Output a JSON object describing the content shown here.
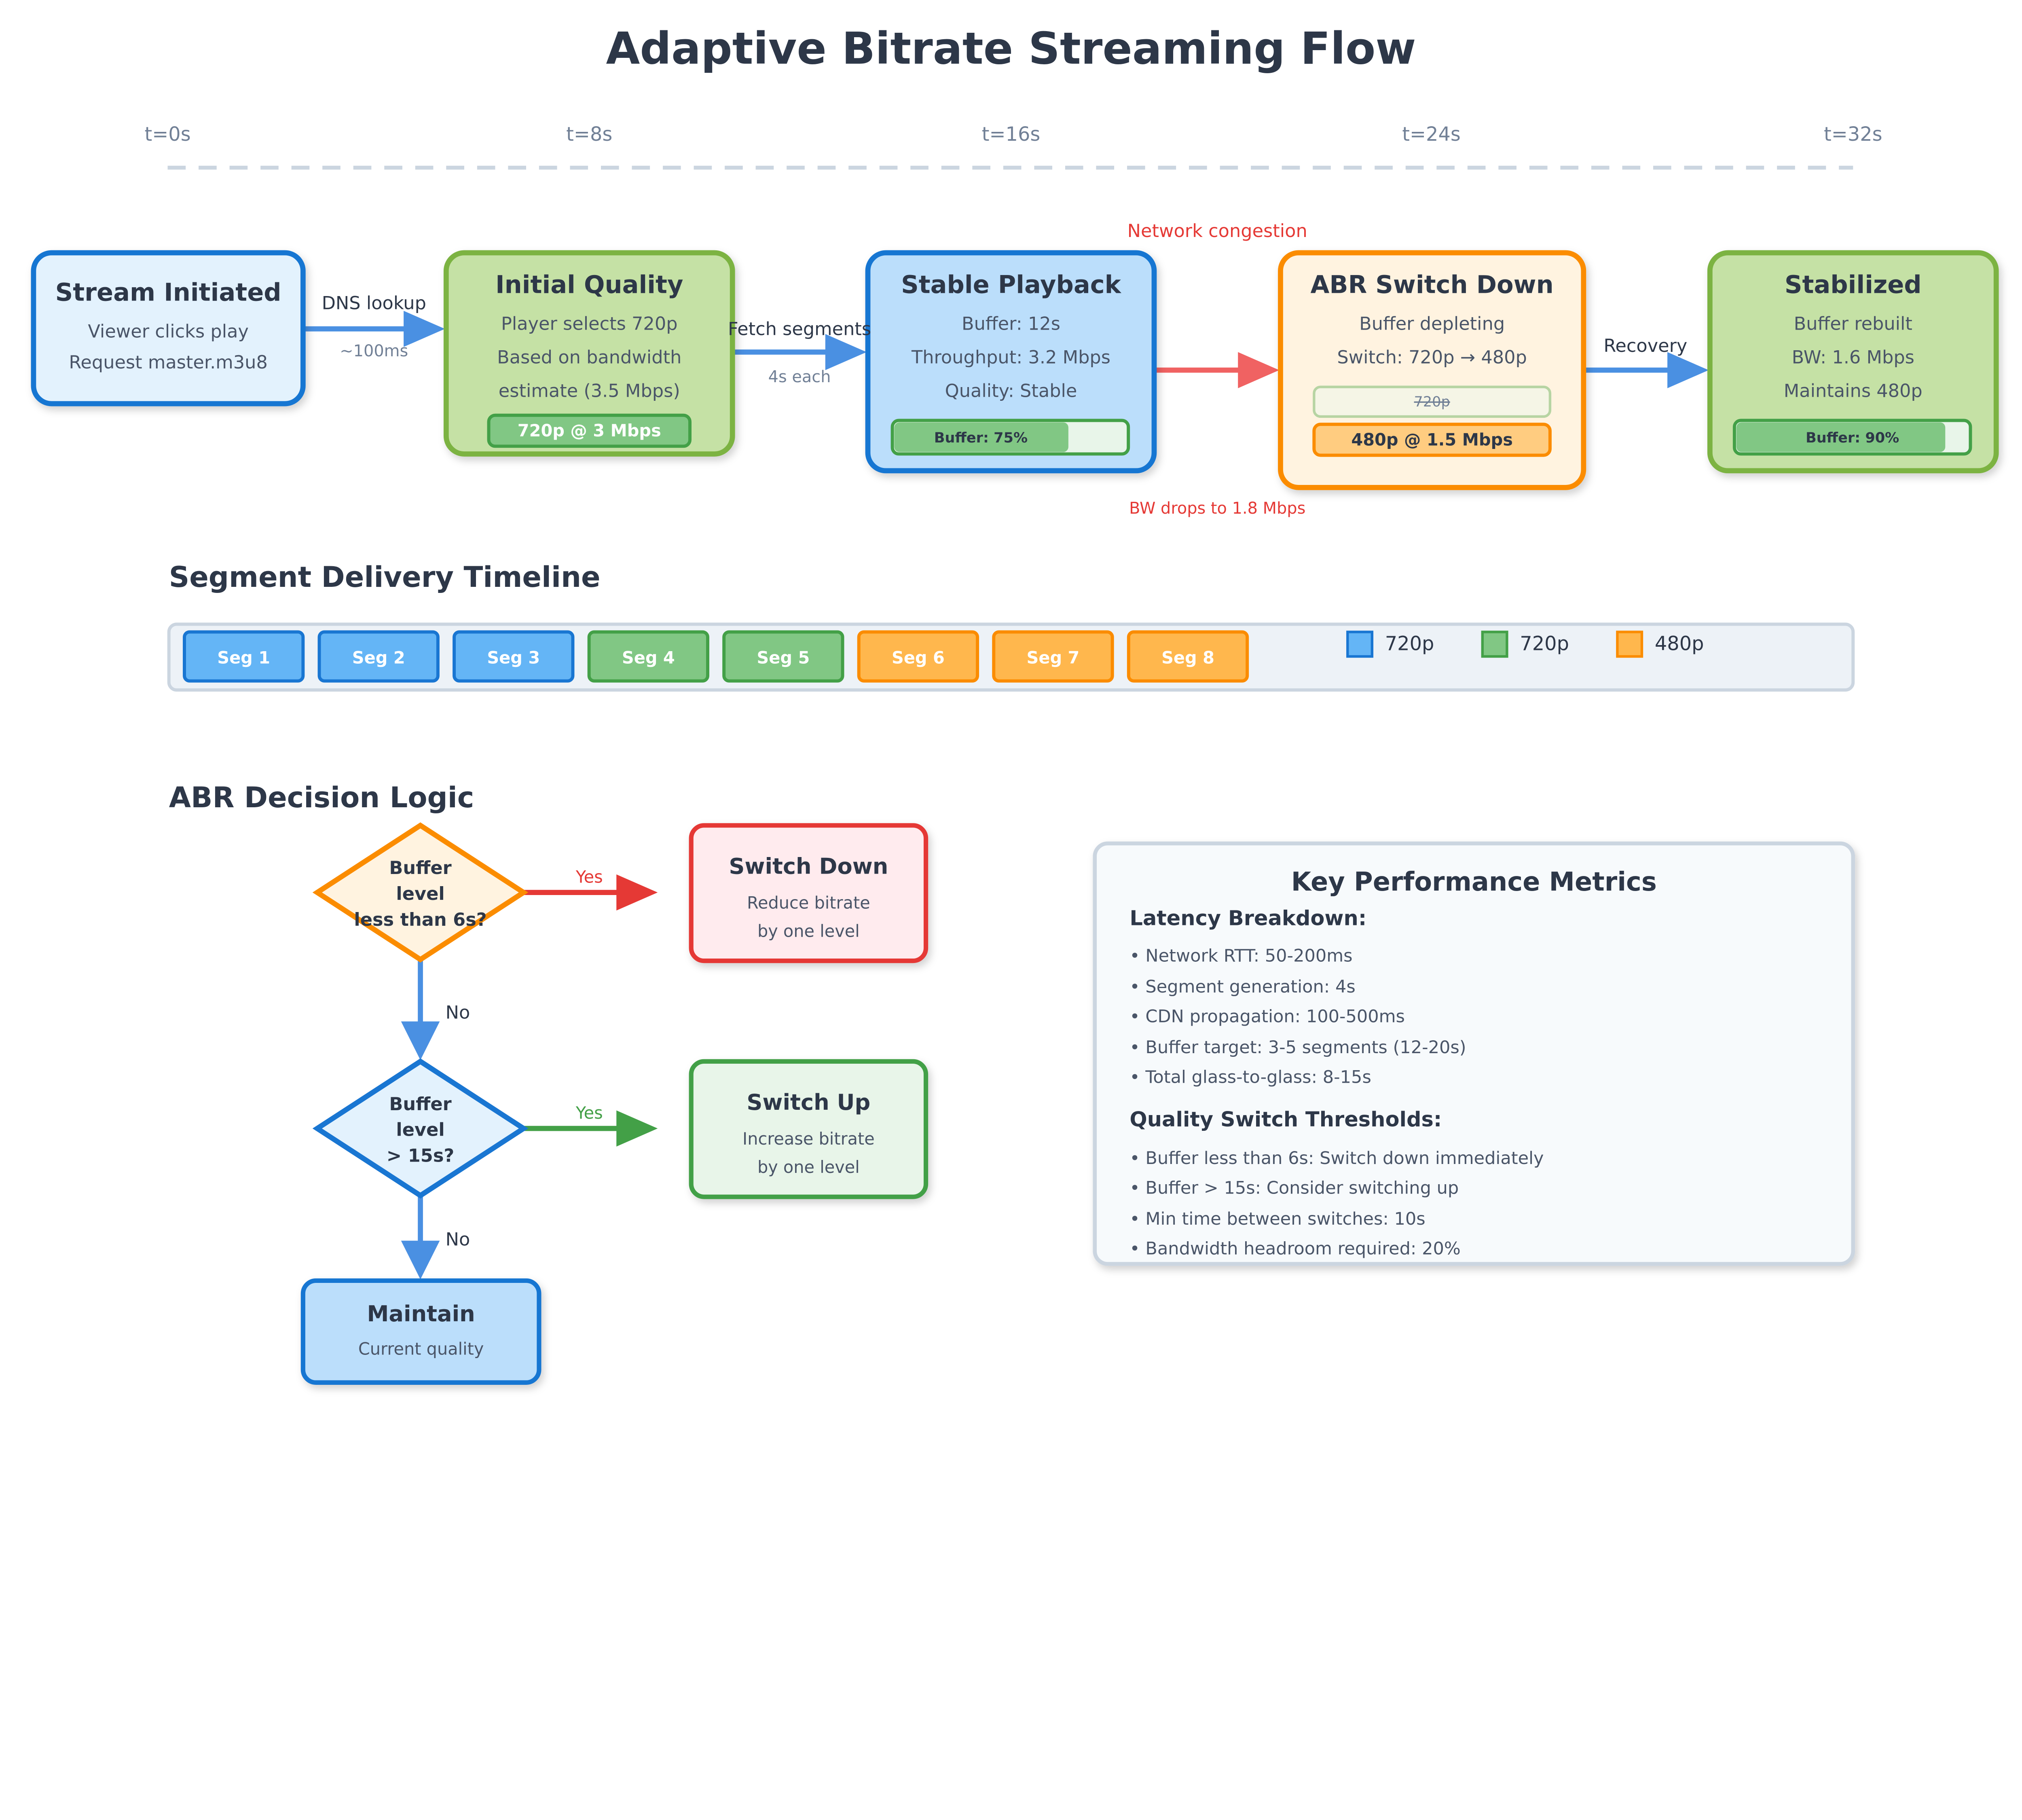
{
  "title": "Adaptive Bitrate Streaming Flow",
  "timeline_ticks": [
    "t=0s",
    "t=8s",
    "t=16s",
    "t=24s",
    "t=32s"
  ],
  "colors": {
    "blue": "#1976d2",
    "blue_light": "#e3f2fd",
    "blue_mid": "#bbdefb",
    "blue_seg": "#64b5f6",
    "green": "#7cb342",
    "green_light": "#c5e1a5",
    "green_seg": "#81c784",
    "green_dark": "#43a047",
    "orange": "#fb8c00",
    "orange_light": "#fff3e0",
    "orange_seg": "#ffb74d",
    "red": "#e53935",
    "red_light": "#ffebee",
    "text": "#2d3748"
  },
  "stages": [
    {
      "title": "Stream Initiated",
      "lines": [
        "Viewer clicks play",
        "Request master.m3u8"
      ]
    },
    {
      "title": "Initial Quality",
      "lines": [
        "Player selects 720p",
        "Based on bandwidth",
        "estimate (3.5 Mbps)"
      ],
      "badge": "720p @ 3 Mbps"
    },
    {
      "title": "Stable Playback",
      "lines": [
        "Buffer: 12s",
        "Throughput: 3.2 Mbps",
        "Quality: Stable"
      ],
      "bar_label": "Buffer: 75%",
      "bar_fraction": 0.75
    },
    {
      "title": "ABR Switch Down",
      "lines": [
        "Buffer depleting",
        "Switch: 720p → 480p"
      ],
      "old_badge": "720p",
      "badge": "480p @ 1.5 Mbps"
    },
    {
      "title": "Stabilized",
      "lines": [
        "Buffer rebuilt",
        "BW: 1.6 Mbps",
        "Maintains 480p"
      ],
      "bar_label": "Buffer: 90%",
      "bar_fraction": 0.9
    }
  ],
  "transitions": [
    {
      "top": "DNS lookup",
      "bottom": "~100ms"
    },
    {
      "top": "Fetch segments",
      "bottom": "4s each"
    },
    {
      "top": "Network congestion",
      "bottom": "BW drops to 1.8 Mbps"
    },
    {
      "top": "Recovery",
      "bottom": ""
    }
  ],
  "segments": {
    "title": "Segment Delivery Timeline",
    "items": [
      {
        "label": "Seg 1",
        "quality": "blue"
      },
      {
        "label": "Seg 2",
        "quality": "blue"
      },
      {
        "label": "Seg 3",
        "quality": "blue"
      },
      {
        "label": "Seg 4",
        "quality": "green"
      },
      {
        "label": "Seg 5",
        "quality": "green"
      },
      {
        "label": "Seg 6",
        "quality": "orange"
      },
      {
        "label": "Seg 7",
        "quality": "orange"
      },
      {
        "label": "Seg 8",
        "quality": "orange"
      }
    ],
    "legend": [
      {
        "label": "720p",
        "quality": "blue"
      },
      {
        "label": "720p",
        "quality": "green"
      },
      {
        "label": "480p",
        "quality": "orange"
      }
    ]
  },
  "decision": {
    "title": "ABR Decision Logic",
    "q1": [
      "Buffer",
      "level",
      "less than 6s?"
    ],
    "q2": [
      "Buffer",
      "level",
      "> 15s?"
    ],
    "yes": "Yes",
    "no": "No",
    "down": {
      "title": "Switch Down",
      "lines": [
        "Reduce bitrate",
        "by one level"
      ]
    },
    "up": {
      "title": "Switch Up",
      "lines": [
        "Increase bitrate",
        "by one level"
      ]
    },
    "maintain": {
      "title": "Maintain",
      "lines": [
        "Current quality"
      ]
    }
  },
  "metrics": {
    "title": "Key Performance Metrics",
    "latency_title": "Latency Breakdown:",
    "latency": [
      "• Network RTT: 50-200ms",
      "• Segment generation: 4s",
      "• CDN propagation: 100-500ms",
      "• Buffer target: 3-5 segments (12-20s)",
      "• Total glass-to-glass: 8-15s"
    ],
    "thresholds_title": "Quality Switch Thresholds:",
    "thresholds": [
      "• Buffer less than 6s: Switch down immediately",
      "• Buffer > 15s: Consider switching up",
      "• Min time between switches: 10s",
      "• Bandwidth headroom required: 20%"
    ]
  }
}
